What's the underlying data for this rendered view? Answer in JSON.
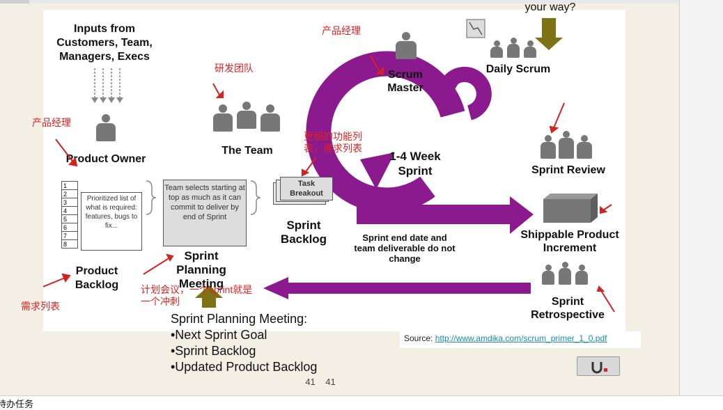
{
  "diagram": {
    "inputs_title": "Inputs from Customers, Team, Managers, Execs",
    "product_owner": "Product Owner",
    "the_team": "The Team",
    "scrum_master": "Scrum Master",
    "daily_scrum": "Daily Scrum",
    "daily_question_tail": "your way?",
    "sprint_review": "Sprint Review",
    "shippable": "Shippable Product Increment",
    "sprint_label": "1-4 Week Sprint",
    "sprint_note": "Sprint end date and team deliverable do not change",
    "retrospective": "Sprint Retrospective",
    "product_backlog": "Product Backlog",
    "backlog_rows": [
      "1",
      "2",
      "3",
      "4",
      "5",
      "6",
      "7",
      "8"
    ],
    "backlog_desc": "Prioritized list of what is required: features, bugs to fix...",
    "team_selects": "Team selects starting at top as much as it can commit to deliver by end of Sprint",
    "planning_meeting": "Sprint Planning Meeting",
    "task_breakout": "Task Breakout",
    "sprint_backlog": "Sprint Backlog",
    "source_label": "Source:",
    "source_link": "http://www.amdika.com/scrum_primer_1_0.pdf"
  },
  "annotations": {
    "pm_top": "产品经理",
    "rd_team": "研发团队",
    "pm_left": "产品经理",
    "detail_list": "更细的功能列表，需求列表",
    "req_list": "需求列表",
    "planning_note": "计划会议，一个sprint就是一个冲刺"
  },
  "notes": {
    "title": "Sprint Planning Meeting:",
    "items": [
      "•Next Sprint Goal",
      "•Sprint Backlog",
      "•Updated Product Backlog"
    ]
  },
  "page_number": "41    41",
  "status_text": "待办任务",
  "colors": {
    "sprint_purple": "#8b1a8f",
    "annotation_red": "#d22222",
    "arrow_olive": "#7d7214"
  }
}
